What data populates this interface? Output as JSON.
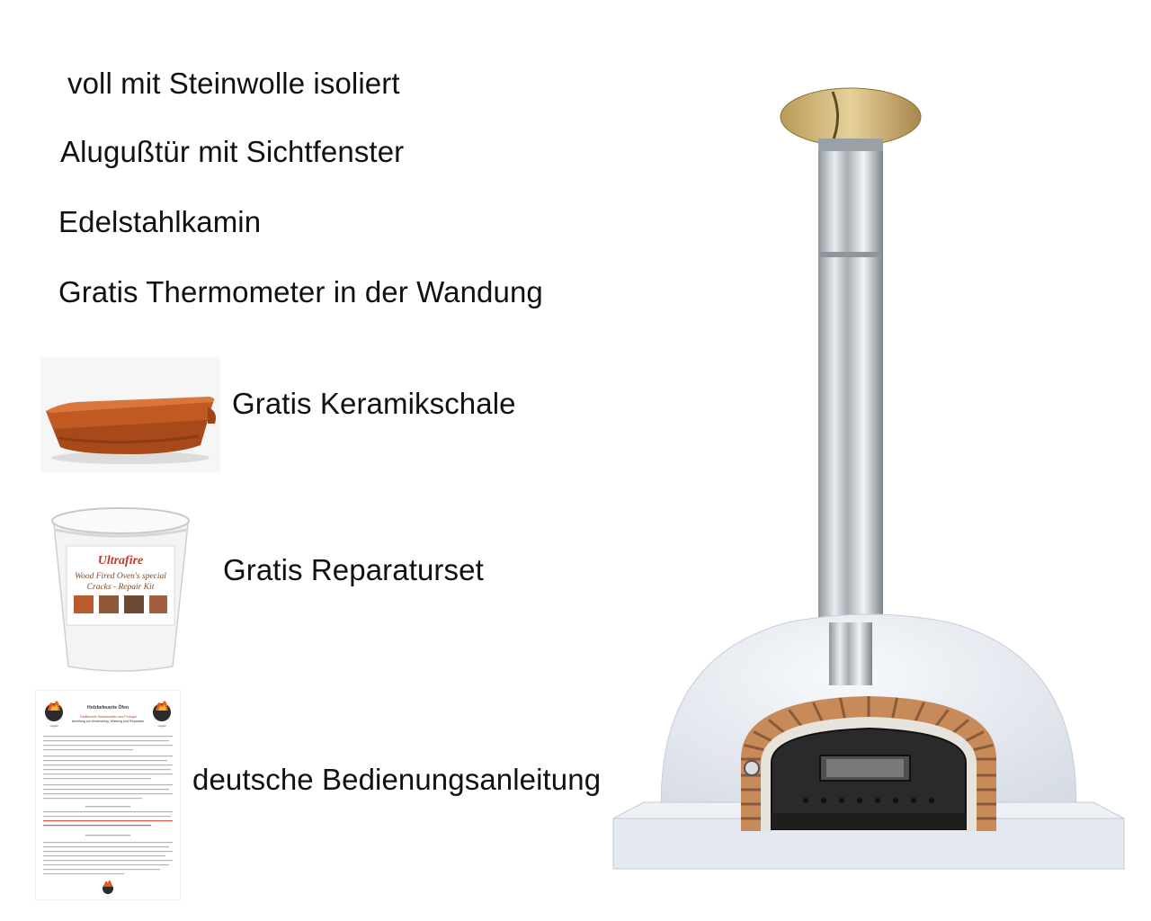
{
  "features": [
    "voll mit Steinwolle isoliert",
    "Alugußtür mit Sichtfenster",
    "Edelstahlkamin",
    "Gratis Thermometer in der Wandung"
  ],
  "extras": {
    "bowl_label": "Gratis Keramikschale",
    "repair_label": "Gratis Reparaturset",
    "manual_label": "deutsche Bedienungsanleitung"
  },
  "bucket": {
    "brand": "Ultrafire",
    "line1": "Wood Fired Oven's special",
    "line2": "Cracks - Repair Kit"
  },
  "manual": {
    "title": "Holzbefeuerte Öfen",
    "subtitle": "Traditionelle Holzbacköfen aus Portugal",
    "subtitle2": "Anleitung zur Anwendung, Wartung und Reparatur",
    "logo_text": "megrill"
  },
  "colors": {
    "terracotta": "#b4511c",
    "steel": "#bfc4c8",
    "dome": "#e9edf3",
    "brick": "#c47a4a"
  }
}
